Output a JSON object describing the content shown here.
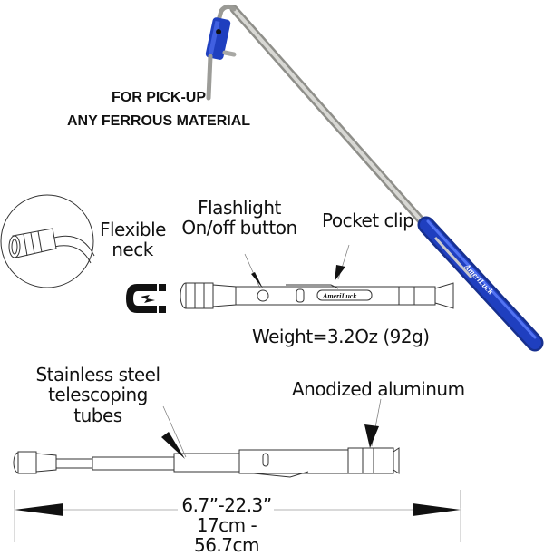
{
  "headline": {
    "line1": "FOR PICK-UP",
    "line2": "ANY FERROUS MATERIAL"
  },
  "callouts": {
    "flexible_neck": {
      "line1": "Flexible",
      "line2": "neck"
    },
    "flashlight_button": {
      "line1": "Flashlight",
      "line2": "On/off button"
    },
    "pocket_clip": "Pocket clip",
    "weight": "Weight=3.2Oz (92g)",
    "stainless_tubes": {
      "line1": "Stainless steel",
      "line2": "telescoping tubes"
    },
    "anodized": "Anodized aluminum"
  },
  "dimensions": {
    "inches": "6.7”-22.3”",
    "cm": "17cm - 56.7cm"
  },
  "brand": {
    "name": "AmeriLuck"
  },
  "colors": {
    "anodized_blue": "#1f3fbf",
    "steel": "#b9b9b4",
    "ink": "#111111",
    "line_gray": "#9a9a9a"
  },
  "icons": [
    "magnet-icon",
    "lightning-icon",
    "arrow-left-icon",
    "arrow-right-icon"
  ]
}
